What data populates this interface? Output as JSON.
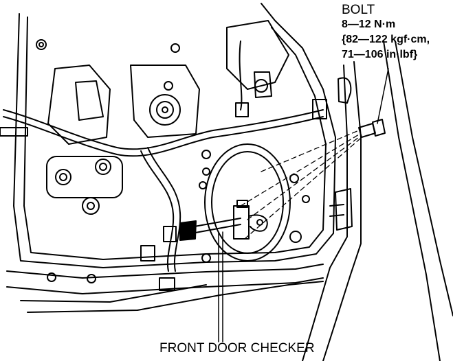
{
  "callouts": {
    "bolt": {
      "title": "BOLT",
      "torque_lines": [
        "8—12 N·m",
        "{82—122 kgf·cm,",
        "71—106 in·lbf}"
      ]
    },
    "checker": {
      "label": "FRONT DOOR CHECKER"
    }
  },
  "colors": {
    "ink": "#000000",
    "paper": "#ffffff"
  }
}
